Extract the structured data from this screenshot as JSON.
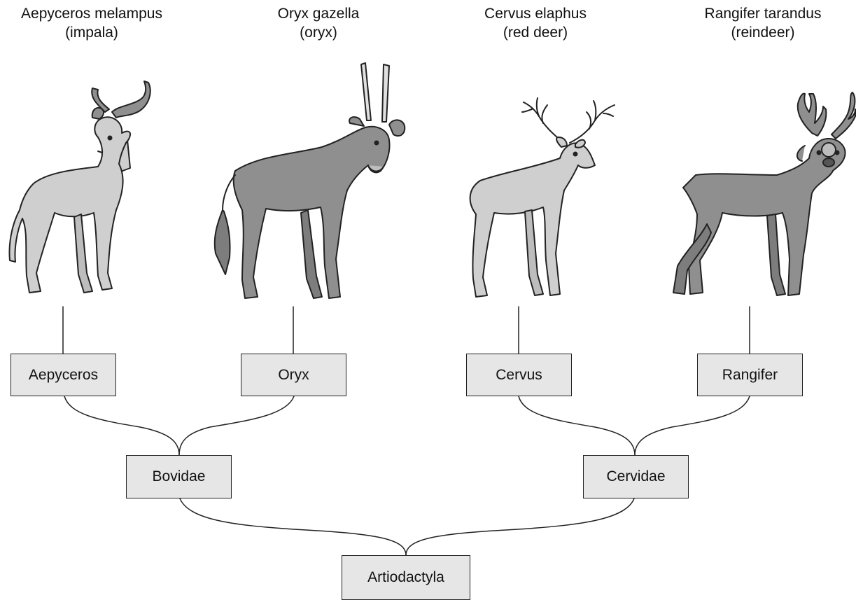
{
  "species": [
    {
      "scientific": "Aepyceros melampus",
      "common": "(impala)"
    },
    {
      "scientific": "Oryx gazella",
      "common": "(oryx)"
    },
    {
      "scientific": "Cervus elaphus",
      "common": "(red deer)"
    },
    {
      "scientific": "Rangifer tarandus",
      "common": "(reindeer)"
    }
  ],
  "genera": [
    "Aepyceros",
    "Oryx",
    "Cervus",
    "Rangifer"
  ],
  "families": [
    "Bovidae",
    "Cervidae"
  ],
  "order": "Artiodactyla",
  "colors": {
    "light_body": "#cfcfcf",
    "dark_body": "#8f8f8f",
    "box_fill": "#e6e6e6",
    "outline": "#222222"
  }
}
